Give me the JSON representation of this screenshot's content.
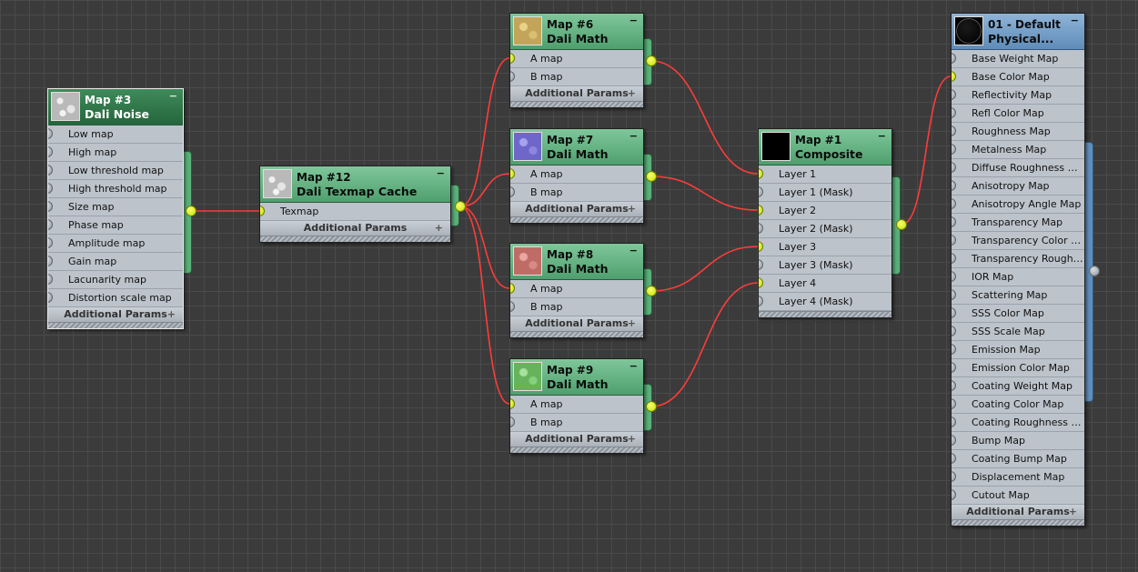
{
  "colors": {
    "wire": "#ff3b3b",
    "socket_connected": "#d4ee00",
    "socket_empty": "#b3bac2",
    "header_green": "#5aab78",
    "header_blue": "#6f9ac4",
    "canvas": "#3b3b3b"
  },
  "nodes": {
    "map3": {
      "name": "Map #3",
      "type": "Dali Noise",
      "ports": [
        "Low map",
        "High map",
        "Low threshold map",
        "High threshold map",
        "Size map",
        "Phase map",
        "Amplitude map",
        "Gain map",
        "Lacunarity map",
        "Distortion scale map"
      ],
      "footer": "Additional Params",
      "minimize": "−",
      "plus": "+"
    },
    "map12": {
      "name": "Map #12",
      "type": "Dali Texmap Cache",
      "ports": [
        "Texmap"
      ],
      "footer": "Additional Params",
      "minimize": "−",
      "plus": "+"
    },
    "map6": {
      "name": "Map #6",
      "type": "Dali Math",
      "ports": [
        "A map",
        "B map"
      ],
      "footer": "Additional Params",
      "minimize": "−",
      "plus": "+"
    },
    "map7": {
      "name": "Map #7",
      "type": "Dali Math",
      "ports": [
        "A map",
        "B map"
      ],
      "footer": "Additional Params",
      "minimize": "−",
      "plus": "+"
    },
    "map8": {
      "name": "Map #8",
      "type": "Dali Math",
      "ports": [
        "A map",
        "B map"
      ],
      "footer": "Additional Params",
      "minimize": "−",
      "plus": "+"
    },
    "map9": {
      "name": "Map #9",
      "type": "Dali Math",
      "ports": [
        "A map",
        "B map"
      ],
      "footer": "Additional Params",
      "minimize": "−",
      "plus": "+"
    },
    "map1": {
      "name": "Map #1",
      "type": "Composite",
      "ports": [
        "Layer 1",
        "Layer 1 (Mask)",
        "Layer 2",
        "Layer 2 (Mask)",
        "Layer 3",
        "Layer 3 (Mask)",
        "Layer 4",
        "Layer 4 (Mask)"
      ],
      "minimize": "−"
    },
    "mat01": {
      "name": "01 - Default",
      "type": "Physical...",
      "ports": [
        "Base Weight Map",
        "Base Color Map",
        "Reflectivity Map",
        "Refl Color Map",
        "Roughness Map",
        "Metalness Map",
        "Diffuse Roughness Map",
        "Anisotropy Map",
        "Anisotropy Angle Map",
        "Transparency Map",
        "Transparency Color Map",
        "Transparency Roughness...",
        "IOR Map",
        "Scattering Map",
        "SSS Color Map",
        "SSS Scale Map",
        "Emission Map",
        "Emission Color Map",
        "Coating Weight Map",
        "Coating Color Map",
        "Coating Roughness Map",
        "Bump Map",
        "Coating Bump Map",
        "Displacement Map",
        "Cutout Map"
      ],
      "footer": "Additional Params",
      "minimize": "−",
      "plus": "+"
    }
  }
}
